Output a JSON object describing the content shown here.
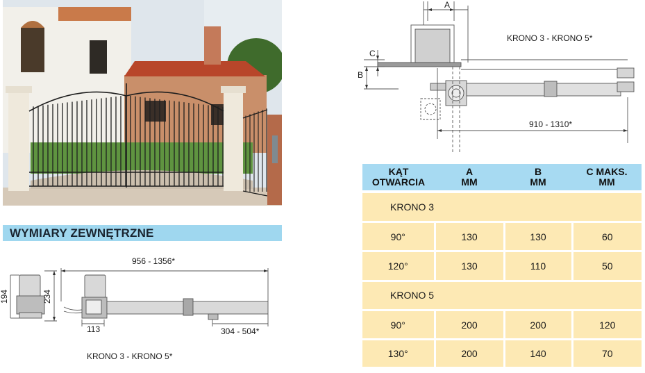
{
  "section_title": "WYMIARY ZEWNĘTRZNE",
  "side_diagram": {
    "dim_height_total": "194",
    "dim_height_motor": "234",
    "dim_length": "956 - 1356*",
    "dim_offset": "113",
    "dim_bracket": "304 - 504*",
    "caption": "KRONO 3 - KRONO 5*"
  },
  "top_diagram": {
    "label_a": "A",
    "label_b": "B",
    "label_c": "C",
    "caption": "KRONO 3 - KRONO 5*",
    "dim_span": "910 - 1310*"
  },
  "table": {
    "headers": [
      {
        "line1": "KĄT",
        "line2": "OTWARCIA"
      },
      {
        "line1": "A",
        "line2": "MM"
      },
      {
        "line1": "B",
        "line2": "MM"
      },
      {
        "line1": "C MAKS.",
        "line2": "MM"
      }
    ],
    "groups": [
      {
        "name": "KRONO 3",
        "rows": [
          [
            "90°",
            "130",
            "130",
            "60"
          ],
          [
            "120°",
            "130",
            "110",
            "50"
          ]
        ]
      },
      {
        "name": "KRONO 5",
        "rows": [
          [
            "90°",
            "200",
            "200",
            "120"
          ],
          [
            "130°",
            "200",
            "140",
            "70"
          ]
        ]
      }
    ]
  },
  "colors": {
    "header_blue": "#a7daf2",
    "table_cream": "#fde9b4",
    "section_blue": "#9fd7ef"
  }
}
